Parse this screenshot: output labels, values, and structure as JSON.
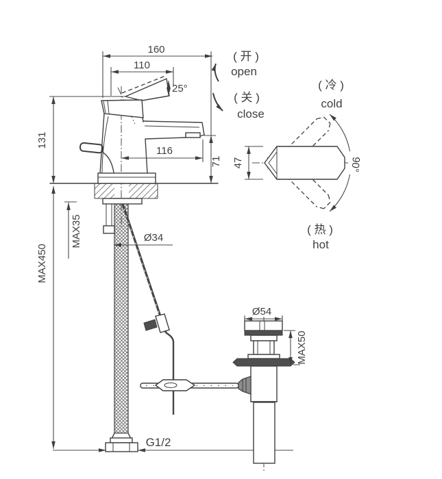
{
  "front_view": {
    "dim_total_length": "160",
    "dim_handle_length": "110",
    "dim_handle_angle": "25°",
    "dim_height_above_deck": "131",
    "dim_spout_reach": "116",
    "dim_spout_height": "71",
    "dim_max_deck_thickness": "MAX35",
    "dim_shank_diameter": "Ø34",
    "dim_hose_length": "MAX450",
    "dim_inlet_thread": "G1/2",
    "label_open_cn": "( 开 )",
    "label_open_en": "open",
    "label_close_cn": "( 关 )",
    "label_close_en": "close"
  },
  "top_view": {
    "dim_handle_width": "47",
    "dim_swing_angle": "90°",
    "label_cold_cn": "( 冷 )",
    "label_cold_en": "cold",
    "label_hot_cn": "( 热 )",
    "label_hot_en": "hot"
  },
  "drain_view": {
    "dim_flange_diameter": "Ø54",
    "dim_max_height": "MAX50"
  },
  "colors": {
    "line": "#3f3f3f",
    "dimension": "#4a4a4a",
    "dark_fill": "#4f4f4f",
    "background": "#ffffff"
  }
}
